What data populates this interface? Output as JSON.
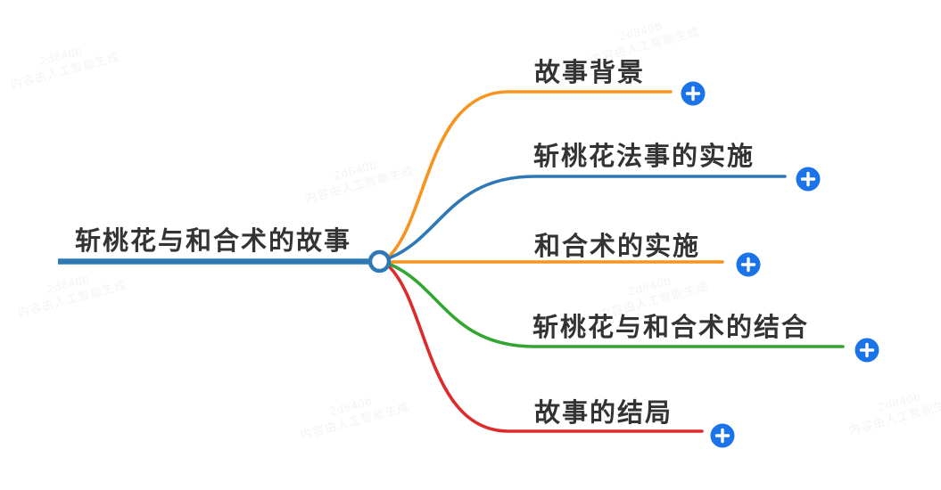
{
  "root": {
    "label": "斩桃花与和合术的故事",
    "color": "#2E79B5"
  },
  "branches": [
    {
      "label": "故事背景",
      "color": "#F7941E"
    },
    {
      "label": "斩桃花法事的实施",
      "color": "#2E79B5"
    },
    {
      "label": "和合术的实施",
      "color": "#F7941E"
    },
    {
      "label": "斩桃花与和合术的结合",
      "color": "#33A532"
    },
    {
      "label": "故事的结局",
      "color": "#DD2B2B"
    }
  ],
  "add_button": {
    "icon": "plus-icon",
    "color": "#1A73E8"
  },
  "watermark": {
    "line1": "2d840b",
    "line2": "内容由人工智能生成"
  },
  "canvas": {
    "background": "#FFFFFF",
    "text_color": "#333333"
  }
}
